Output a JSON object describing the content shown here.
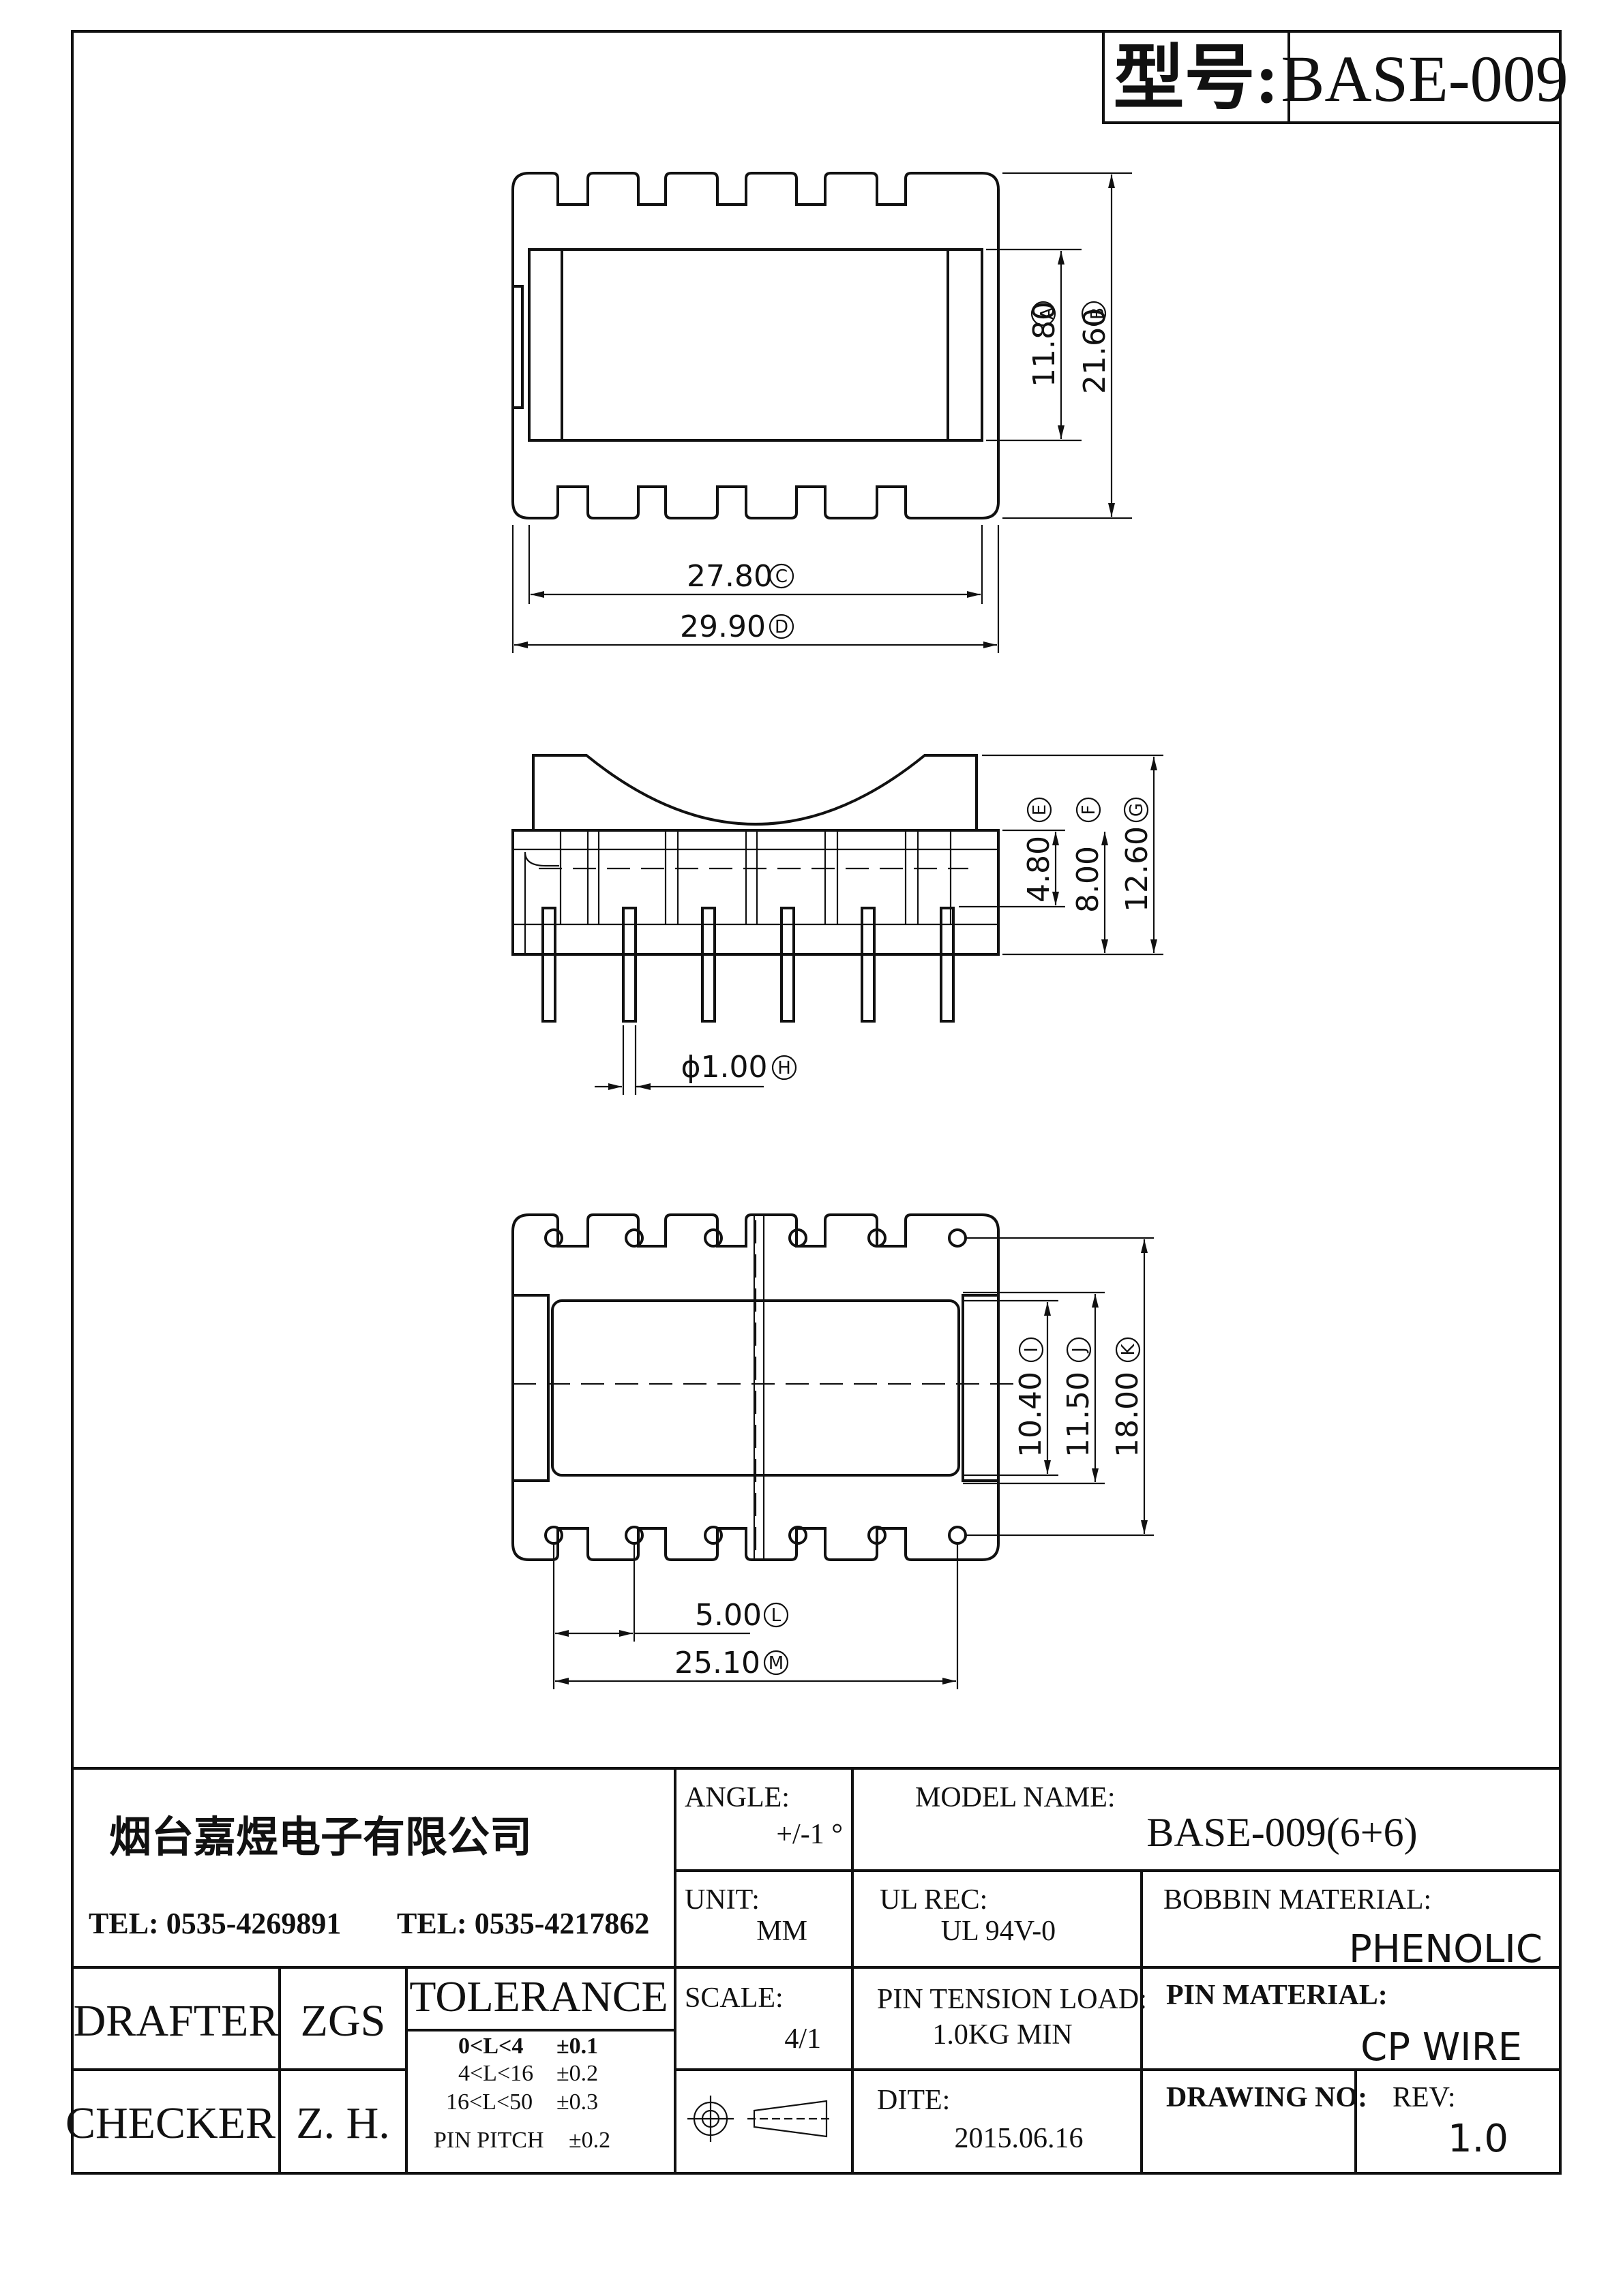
{
  "header": {
    "model_label": "型号:",
    "model_value": "BASE-009"
  },
  "dimensions": {
    "A": {
      "value": "11.80",
      "marker": "A"
    },
    "B": {
      "value": "21.60",
      "marker": "B"
    },
    "C": {
      "value": "27.80",
      "marker": "C"
    },
    "D": {
      "value": "29.90",
      "marker": "D"
    },
    "E": {
      "value": "4.80",
      "marker": "E"
    },
    "F": {
      "value": "8.00",
      "marker": "F"
    },
    "G": {
      "value": "12.60",
      "marker": "G"
    },
    "H": {
      "value": "ϕ1.00",
      "marker": "H"
    },
    "I": {
      "value": "10.40",
      "marker": "I"
    },
    "J": {
      "value": "11.50",
      "marker": "J"
    },
    "K": {
      "value": "18.00",
      "marker": "K"
    },
    "L": {
      "value": "5.00",
      "marker": "L"
    },
    "M": {
      "value": "25.10",
      "marker": "M"
    }
  },
  "title_block": {
    "company": "烟台嘉煜电子有限公司",
    "tel1": "TEL: 0535-4269891",
    "tel2": "TEL: 0535-4217862",
    "drafter_label": "DRAFTER",
    "drafter_value": "ZGS",
    "checker_label": "CHECKER",
    "checker_value": "Z. H.",
    "tolerance_title": "TOLERANCE",
    "tolerance_rows": [
      {
        "range": "0<L<4",
        "tol": "±0.1"
      },
      {
        "range": "4<L<16",
        "tol": "±0.2"
      },
      {
        "range": "16<L<50",
        "tol": "±0.3"
      }
    ],
    "pin_pitch_label": "PIN PITCH",
    "pin_pitch_tol": "±0.2",
    "angle_label": "ANGLE:",
    "angle_value": "+/-1 °",
    "unit_label": "UNIT:",
    "unit_value": "MM",
    "scale_label": "SCALE:",
    "scale_value": "4/1",
    "model_name_label": "MODEL NAME:",
    "model_name_value": "BASE-009(6+6)",
    "ul_label": "UL REC:",
    "ul_value": "UL 94V-0",
    "bobbin_label": "BOBBIN MATERIAL:",
    "bobbin_value": "PHENOLIC",
    "pin_tension_label": "PIN TENSION LOAD:",
    "pin_tension_value": "1.0KG MIN",
    "pin_material_label": "PIN MATERIAL:",
    "pin_material_value": "CP  WIRE",
    "date_label": "DITE:",
    "date_value": "2015.06.16",
    "drawing_no_label": "DRAWING NO:",
    "rev_label": "REV:",
    "rev_value": "1.0"
  }
}
